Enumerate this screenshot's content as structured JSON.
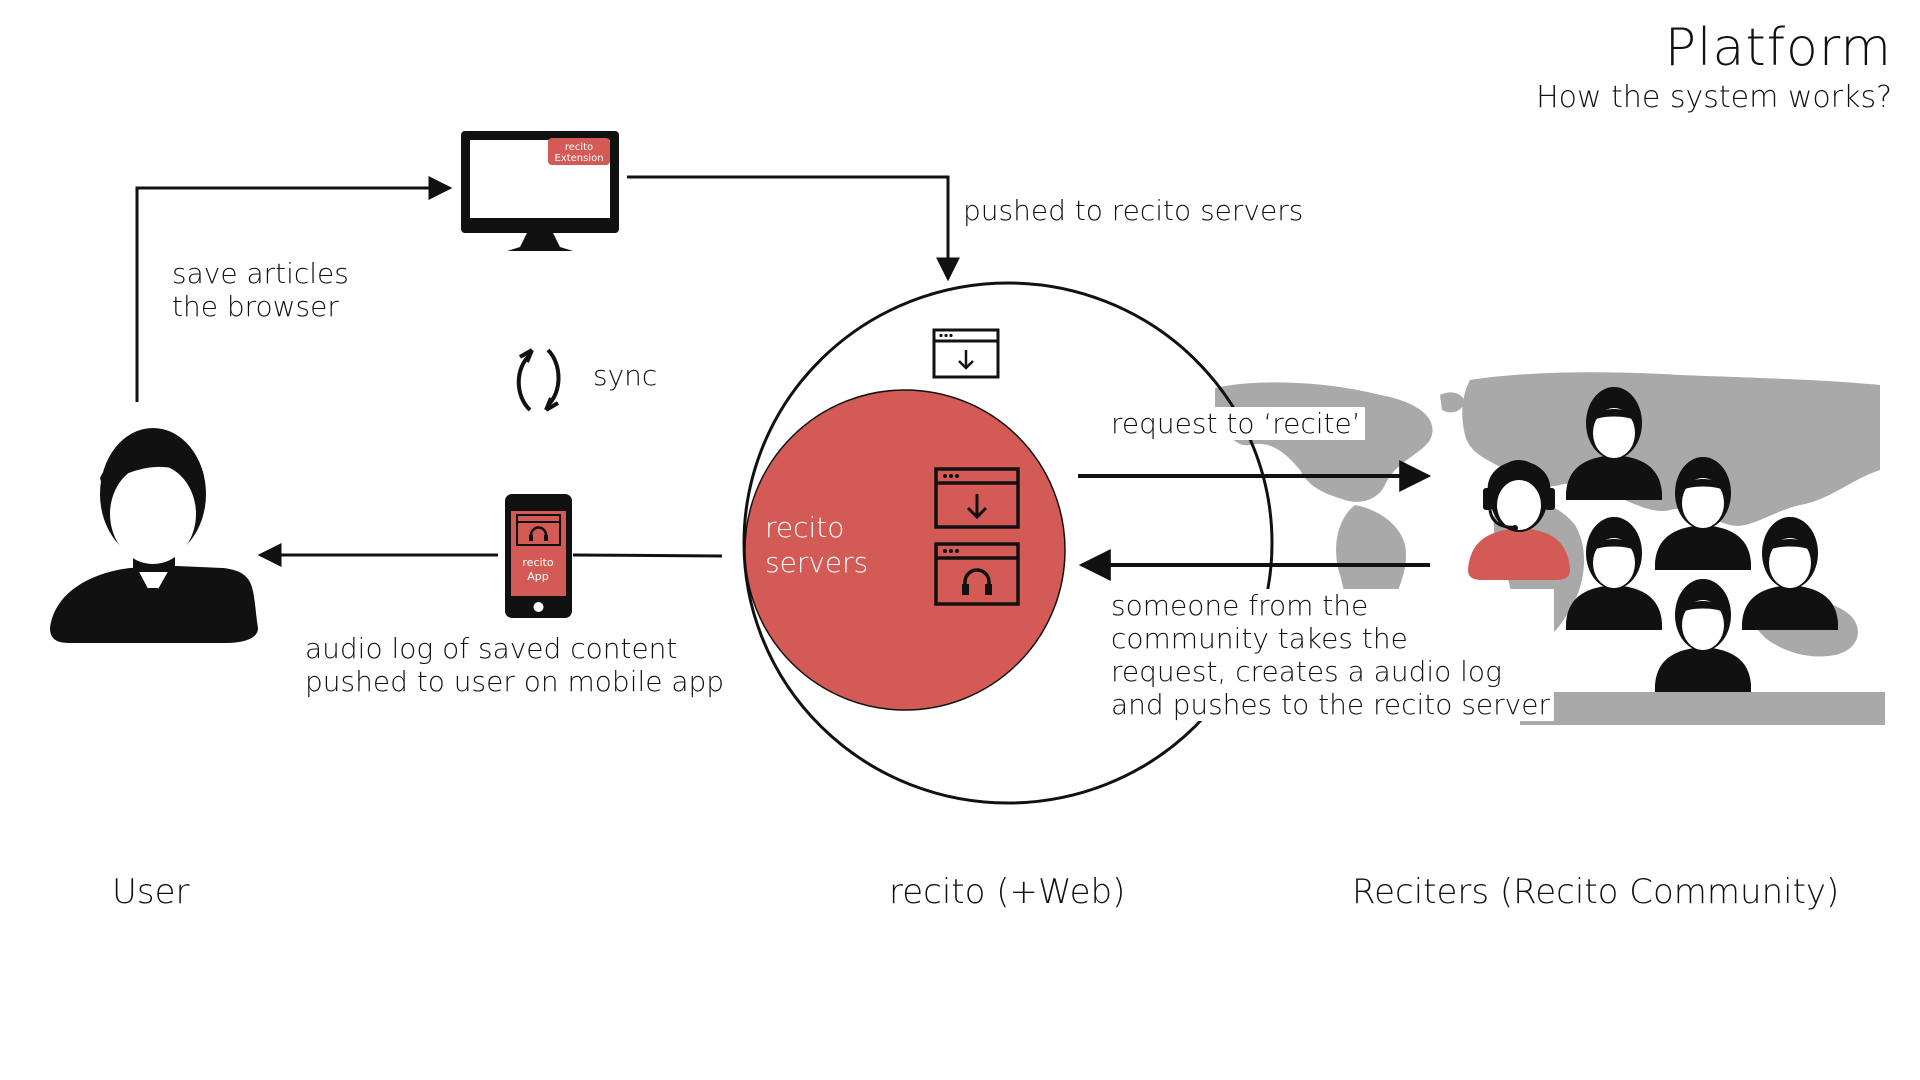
{
  "header": {
    "title": "Platform",
    "subtitle": "How the system works?"
  },
  "labels": {
    "save_articles": [
      "save articles",
      "the browser"
    ],
    "pushed_to_servers": "pushed to recito servers",
    "sync": "sync",
    "request_to_recite": "request to ‘recite’",
    "audio_log": [
      "audio log of saved content",
      "pushed to user on mobile app"
    ],
    "community_response": [
      "someone from the",
      "community takes the",
      "request, creates a audio log",
      "and pushes to the recito server"
    ]
  },
  "monitor": {
    "extension_badge": [
      "recito",
      "Extension"
    ]
  },
  "phone": {
    "app_label": [
      "recito",
      "App"
    ]
  },
  "server": {
    "label": [
      "recito",
      "servers"
    ]
  },
  "columns": {
    "user": "User",
    "recito": "recito (+Web)",
    "reciters": "Reciters  (Recito Community)"
  },
  "colors": {
    "accent_red": "#d45a55",
    "map_gray": "#a9a9a9",
    "ink": "#111111"
  },
  "icons": [
    "user-avatar-icon",
    "monitor-icon",
    "sync-icon",
    "smartphone-icon",
    "browser-download-icon",
    "browser-headphones-icon",
    "world-map",
    "reciter-headset-icon",
    "community-person-icon"
  ]
}
